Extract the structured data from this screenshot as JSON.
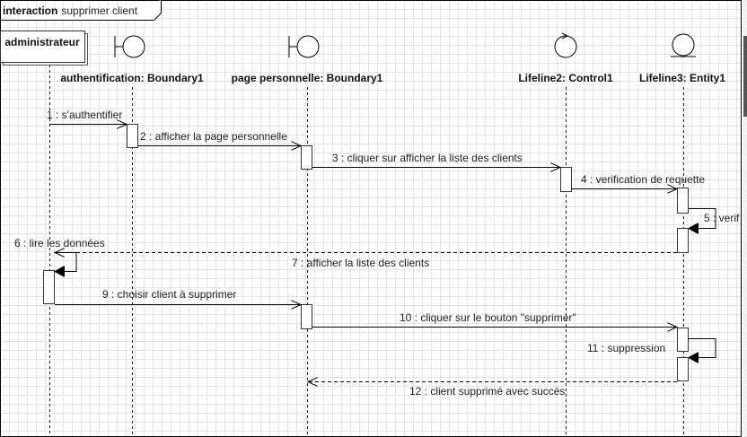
{
  "frame": {
    "keyword": "interaction",
    "name": "supprimer client"
  },
  "actor": {
    "label": "administrateur"
  },
  "lifelines": [
    {
      "id": "auth",
      "label": "authentification: Boundary1",
      "kind": "boundary"
    },
    {
      "id": "page",
      "label": "page personnelle: Boundary1",
      "kind": "boundary"
    },
    {
      "id": "ctrl",
      "label": "Lifeline2: Control1",
      "kind": "control"
    },
    {
      "id": "ent",
      "label": "Lifeline3: Entity1",
      "kind": "entity"
    }
  ],
  "messages": [
    {
      "label": "1 : s'authentifier",
      "from": "actor",
      "to": "auth",
      "style": "sync"
    },
    {
      "label": "2 : afficher la page personnelle",
      "from": "auth",
      "to": "page",
      "style": "sync"
    },
    {
      "label": "3 : cliquer sur afficher la liste des clients",
      "from": "page",
      "to": "ctrl",
      "style": "sync"
    },
    {
      "label": "4 : verification de requette",
      "from": "ctrl",
      "to": "ent",
      "style": "sync"
    },
    {
      "label": "5 : verif",
      "from": "ent",
      "to": "ent",
      "style": "self"
    },
    {
      "label": "6 : lire les données",
      "from": "actor",
      "to": "actor",
      "style": "self"
    },
    {
      "label": "7 : afficher la liste des clients",
      "from": "ent",
      "to": "actor",
      "style": "return"
    },
    {
      "label": "9 : choisir client à supprimer",
      "from": "actor",
      "to": "page",
      "style": "sync"
    },
    {
      "label": "10 : cliquer sur le bouton \"supprimer\"",
      "from": "page",
      "to": "ent",
      "style": "sync"
    },
    {
      "label": "11 : suppression",
      "from": "ent",
      "to": "ent",
      "style": "self"
    },
    {
      "label": "12 : client supprimé avec succès",
      "from": "ent",
      "to": "page",
      "style": "return"
    }
  ],
  "colors": {
    "line": "#000000",
    "lifeline": "#222222",
    "grid": "#e4e4e4",
    "background": "#ffffff"
  }
}
